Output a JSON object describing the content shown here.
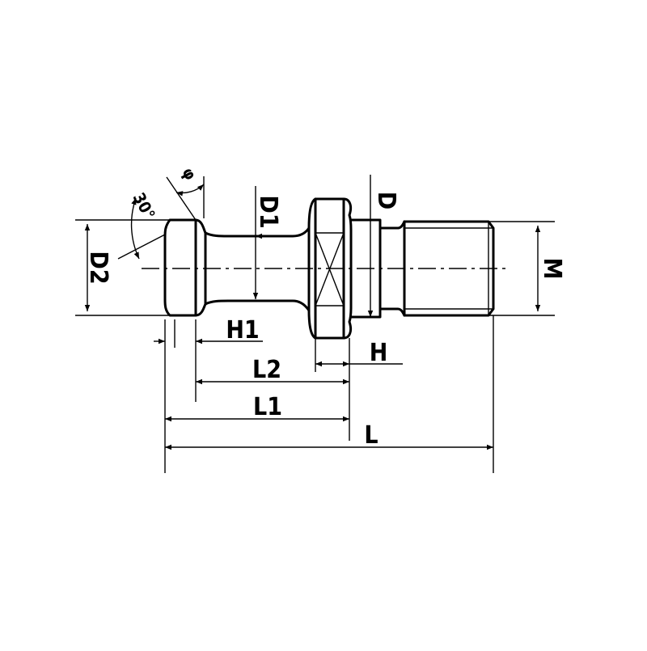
{
  "drawing": {
    "labels": {
      "D2": "D2",
      "D1": "D1",
      "D": "D",
      "M": "M",
      "H1": "H1",
      "H": "H",
      "L2": "L2",
      "L1": "L1",
      "L": "L",
      "angle_30": "30°",
      "angle_phi": "φ"
    },
    "line_color": "#000000",
    "background": "#ffffff"
  }
}
